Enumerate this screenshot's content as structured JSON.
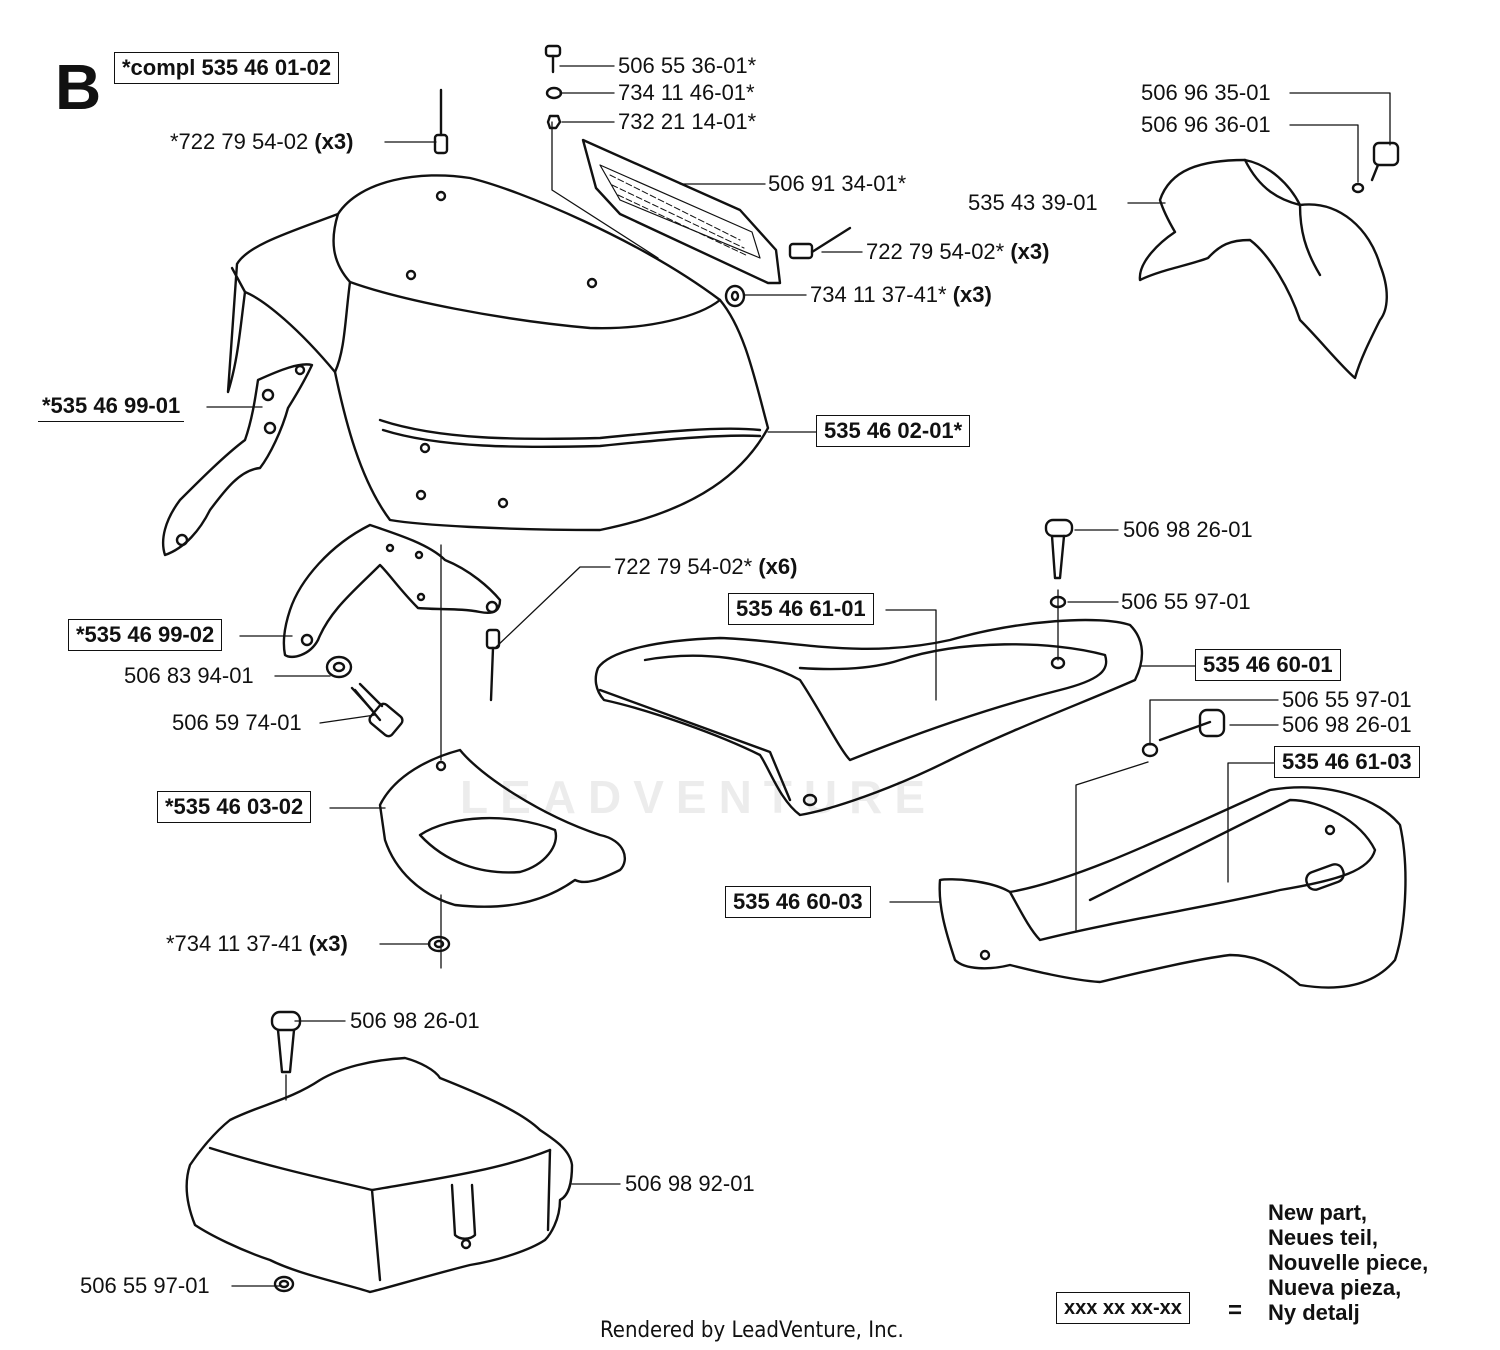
{
  "diagram": {
    "section_letter": "B",
    "assembly_box": "*compl 535 46 01-02",
    "parts": {
      "p_722_79_54_02_top": {
        "number": "*722 79 54-02",
        "qty": "(x3)"
      },
      "p_506_55_36_01": {
        "number": "506 55 36-01*"
      },
      "p_734_11_46_01": {
        "number": "734 11 46-01*"
      },
      "p_732_21_14_01": {
        "number": "732 21 14-01*"
      },
      "p_506_91_34_01": {
        "number": "506 91 34-01*"
      },
      "p_722_79_54_02_grille": {
        "number": "722 79 54-02*",
        "qty": "(x3)"
      },
      "p_734_11_37_41_grille": {
        "number": "734 11 37-41*",
        "qty": "(x3)"
      },
      "p_506_96_35_01": {
        "number": "506 96 35-01"
      },
      "p_506_96_36_01": {
        "number": "506 96 36-01"
      },
      "p_535_43_39_01": {
        "number": "535 43 39-01"
      },
      "p_535_46_99_01": {
        "number": "*535 46 99-01"
      },
      "p_535_46_02_01": {
        "number": "535 46 02-01*"
      },
      "p_722_79_54_02_x6": {
        "number": "722 79 54-02*",
        "qty": "(x6)"
      },
      "p_535_46_99_02": {
        "number": "*535 46 99-02"
      },
      "p_506_83_94_01": {
        "number": "506 83 94-01"
      },
      "p_506_59_74_01": {
        "number": "506 59 74-01"
      },
      "p_535_46_03_02": {
        "number": "*535 46 03-02"
      },
      "p_734_11_37_41_bottom": {
        "number": "*734 11 37-41",
        "qty": "(x3)"
      },
      "p_506_98_26_01_seat": {
        "number": "506 98 26-01"
      },
      "p_506_55_97_01_seat": {
        "number": "506 55 97-01"
      },
      "p_535_46_61_01": {
        "number": "535 46 61-01"
      },
      "p_535_46_60_01": {
        "number": "535 46 60-01"
      },
      "p_506_55_97_01_mid": {
        "number": "506 55 97-01"
      },
      "p_506_98_26_01_mid": {
        "number": "506 98 26-01"
      },
      "p_535_46_61_03": {
        "number": "535 46 61-03"
      },
      "p_535_46_60_03": {
        "number": "535 46 60-03"
      },
      "p_506_98_26_01_box": {
        "number": "506 98 26-01"
      },
      "p_506_98_92_01": {
        "number": "506 98 92-01"
      },
      "p_506_55_97_01_box": {
        "number": "506 55 97-01"
      }
    },
    "legend": {
      "symbol": "xxx xx xx-xx",
      "equals": "=",
      "lines": [
        "New part,",
        "Neues teil,",
        "Nouvelle piece,",
        "Nueva pieza,",
        "Ny detalj"
      ]
    },
    "watermark": "LEADVENTURE",
    "footer": "Rendered by LeadVenture, Inc."
  }
}
